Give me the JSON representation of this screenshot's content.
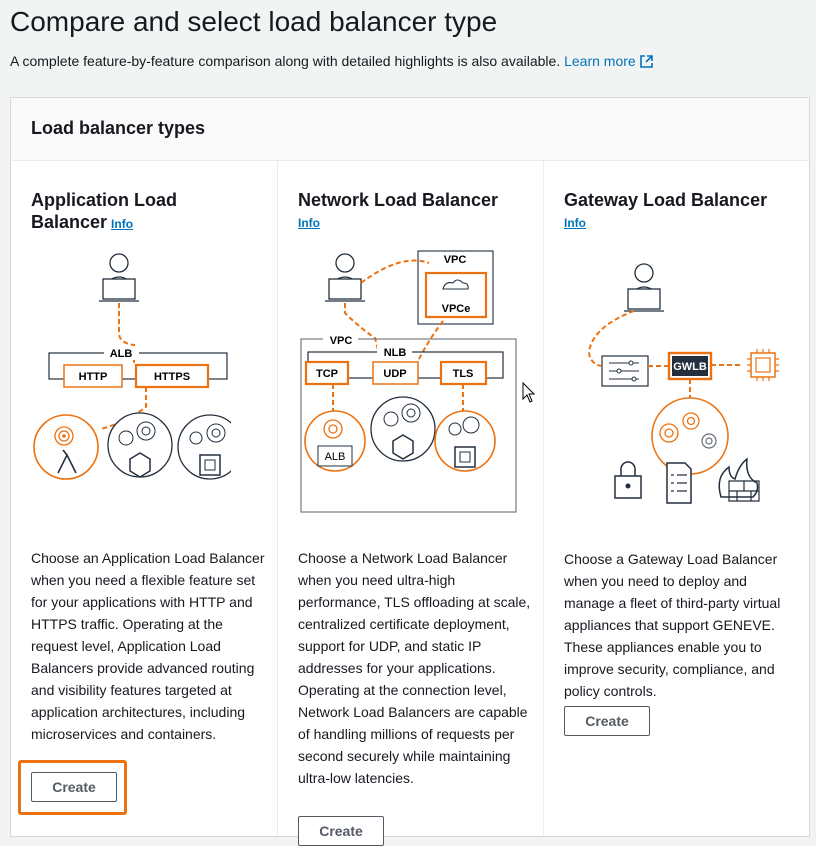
{
  "page": {
    "title": "Compare and select load balancer type",
    "subtitle": "A complete feature-by-feature comparison along with detailed highlights is also available.",
    "learn_more": "Learn more"
  },
  "panel": {
    "title": "Load balancer types"
  },
  "types": [
    {
      "title": "Application Load Balancer",
      "info": "Info",
      "description": "Choose an Application Load Balancer when you need a flexible feature set for your applications with HTTP and HTTPS traffic. Operating at the request level, Application Load Balancers provide advanced routing and visibility features targeted at application architectures, including microservices and containers.",
      "create": "Create",
      "diagram": {
        "alb": "ALB",
        "http": "HTTP",
        "https": "HTTPS"
      }
    },
    {
      "title": "Network Load Balancer",
      "info": "Info",
      "description": "Choose a Network Load Balancer when you need ultra-high performance, TLS offloading at scale, centralized certificate deployment, support for UDP, and static IP addresses for your applications. Operating at the connection level, Network Load Balancers are capable of handling millions of requests per second securely while maintaining ultra-low latencies.",
      "create": "Create",
      "diagram": {
        "vpc_top": "VPC",
        "vpce": "VPCe",
        "vpc": "VPC",
        "nlb": "NLB",
        "tcp": "TCP",
        "udp": "UDP",
        "tls": "TLS",
        "alb": "ALB"
      }
    },
    {
      "title": "Gateway Load Balancer",
      "info": "Info",
      "description": "Choose a Gateway Load Balancer when you need to deploy and manage a fleet of third-party virtual appliances that support GENEVE. These appliances enable you to improve security, compliance, and policy controls.",
      "create": "Create",
      "diagram": {
        "gwlb": "GWLB"
      }
    }
  ],
  "colors": {
    "accent": "#ec7211",
    "link": "#0073bb",
    "border": "#d5dbdb"
  }
}
